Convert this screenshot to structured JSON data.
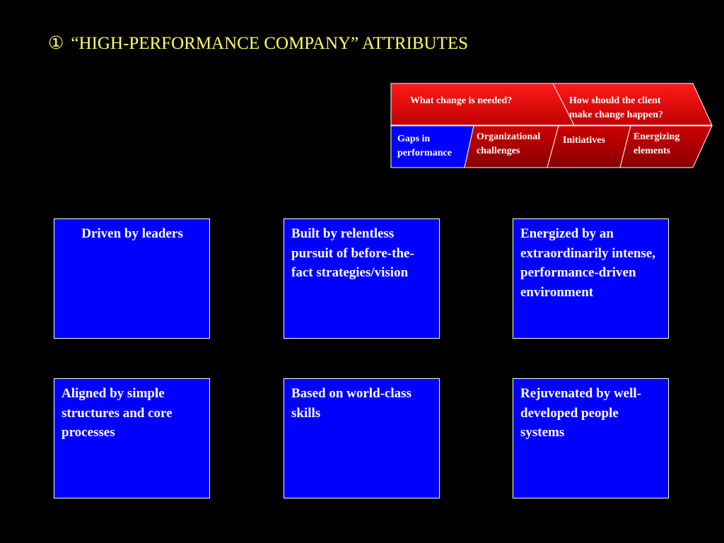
{
  "title": {
    "number": "①",
    "text": "“HIGH-PERFORMANCE COMPANY” ATTRIBUTES"
  },
  "framework": {
    "top_left": "What change is needed?",
    "top_right_line1": "How should the client",
    "top_right_line2": "make change happen?",
    "step1_line1": "Gaps in",
    "step1_line2": "performance",
    "step2_line1": "Organizational",
    "step2_line2": "challenges",
    "step3": "Initiatives",
    "step4_line1": "Energizing",
    "step4_line2": "elements",
    "colors": {
      "red": "#dd0000",
      "dark_red": "#990000",
      "blue": "#0000ff",
      "outline": "#ffffff"
    }
  },
  "attributes": [
    {
      "label": "Driven by leaders"
    },
    {
      "label": "Built by relentless pursuit of before-the-fact strategies/vision"
    },
    {
      "label": "Energized by an extraordinarily intense, performance-driven environment"
    },
    {
      "label": "Aligned by simple structures and core processes"
    },
    {
      "label": "Based on world-class skills"
    },
    {
      "label": "Rejuvenated by well-developed people systems"
    }
  ]
}
